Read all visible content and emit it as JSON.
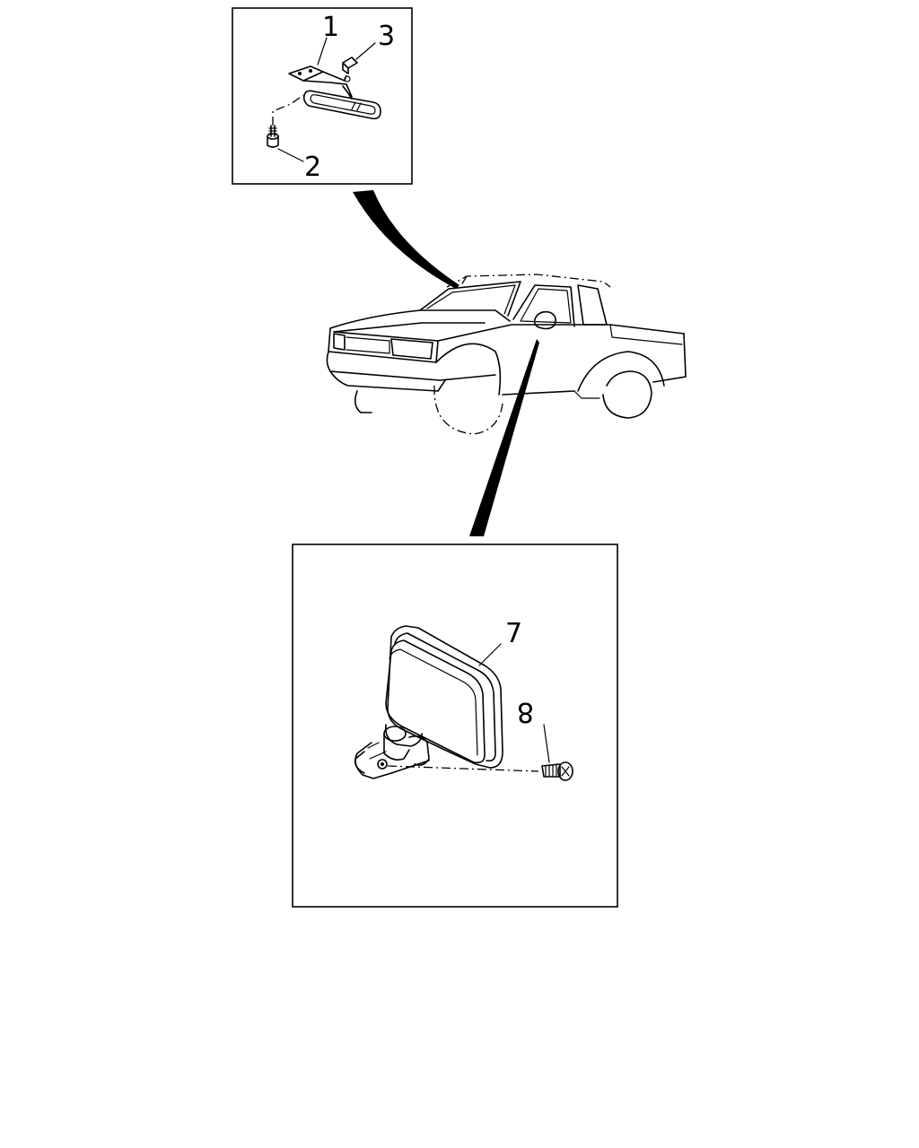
{
  "diagram": {
    "callouts": {
      "c1": "1",
      "c2": "2",
      "c3": "3",
      "c7": "7",
      "c8": "8"
    }
  }
}
